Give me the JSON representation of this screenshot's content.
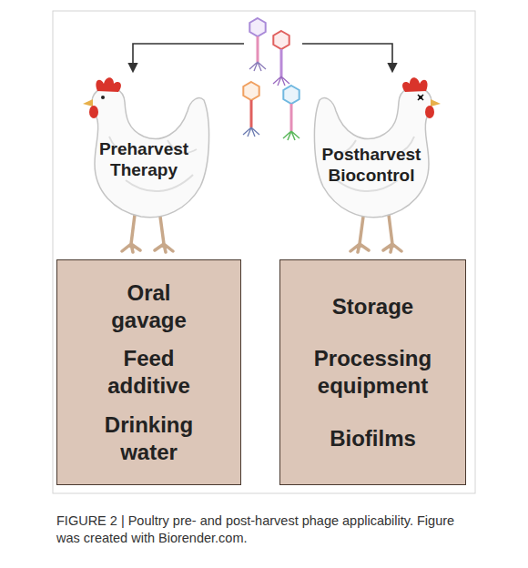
{
  "diagram": {
    "caption": "FIGURE 2 | Poultry pre- and post-harvest phage applicability. Figure was created with Biorender.com.",
    "nodes": [
      {
        "text": [
          "Preharvest Therapy"
        ]
      },
      {
        "text": [
          "Postharvest Biocontrol"
        ]
      },
      {
        "text": [
          "Oral gavage",
          "Feed additive",
          "Drinking water"
        ]
      },
      {
        "text": [
          "Storage",
          "Processing equipment",
          "Biofilms"
        ]
      }
    ]
  }
}
